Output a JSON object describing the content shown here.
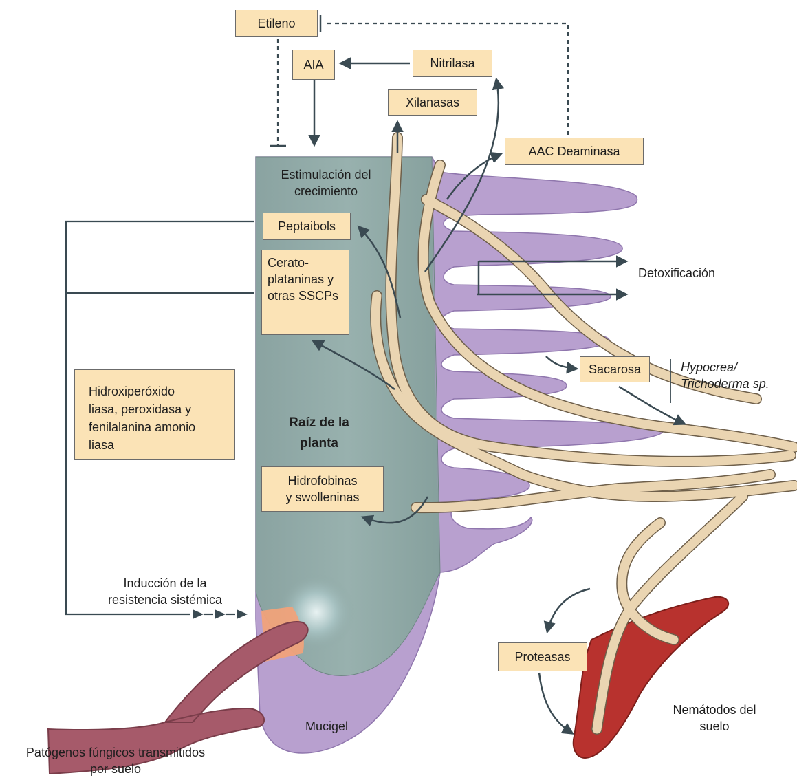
{
  "boxes": {
    "etileno": "Etileno",
    "aia": "AIA",
    "nitrilasa": "Nitrilasa",
    "xilanasas": "Xilanasas",
    "aac_deaminasa": "AAC Deaminasa",
    "peptaibols": "Peptaibols",
    "cerato": "Cerato-\nplataninas y\notras SSCPs",
    "hidroxi": "Hidroxiperóxido\nliasa, peroxidasa y\nfenilalanina amonio\nliasa",
    "hidrofobinas": "Hidrofobinas\ny swolleninas",
    "sacarosa": "Sacarosa",
    "proteasas": "Proteasas"
  },
  "labels": {
    "estimulacion": "Estimulación del\ncrecimiento",
    "detox": "Detoxificación",
    "hypocrea": "Hypocrea/\nTrichoderma sp.",
    "raiz": "Raíz de la\nplanta",
    "induccion": "Inducción de la\nresistencia sistémica",
    "mucigel": "Mucigel",
    "nematodos": "Nemátodos del\nsuelo",
    "patogenos": "Patógenos fúngicos transmitidos\npor suelo"
  },
  "colors": {
    "box_fill": "#fbe3b6",
    "root_fill": "#8ea7a4",
    "mucigel_fill": "#b8a0cf",
    "hyphae_fill": "#ead5b2",
    "pathogen_fill": "#a65a6a",
    "nematode_fill": "#b8322e",
    "arrow": "#3a4a52"
  }
}
